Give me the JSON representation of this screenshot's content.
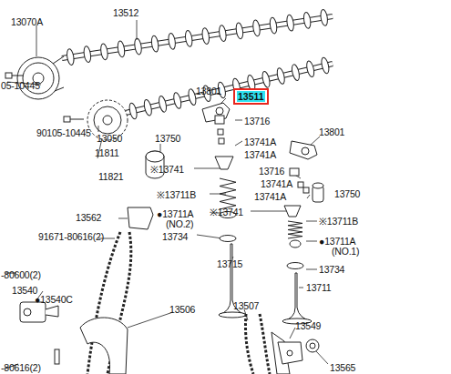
{
  "diagram": {
    "nodes": [
      {
        "text": [
          "13511"
        ]
      }
    ],
    "labels": [
      "13070A",
      "13512",
      "05-10445",
      "13801",
      "13716",
      "13741A",
      "13741A",
      "90105-10445",
      "13050",
      "13750",
      "11811",
      "11821",
      "※13741",
      "13801",
      "13716",
      "13741A",
      "13741A",
      "13750",
      "※13711B",
      "●13711A",
      "(NO.2)",
      "※13741",
      "※13711B",
      "13562",
      "13734",
      "●13711A",
      "(NO.1)",
      "91671-80616(2)",
      "13715",
      "13734",
      "-80600(2)",
      "13540",
      "●13540C",
      "13711",
      "13506",
      "13507",
      "13549",
      "13565",
      "-80616(2)"
    ]
  }
}
